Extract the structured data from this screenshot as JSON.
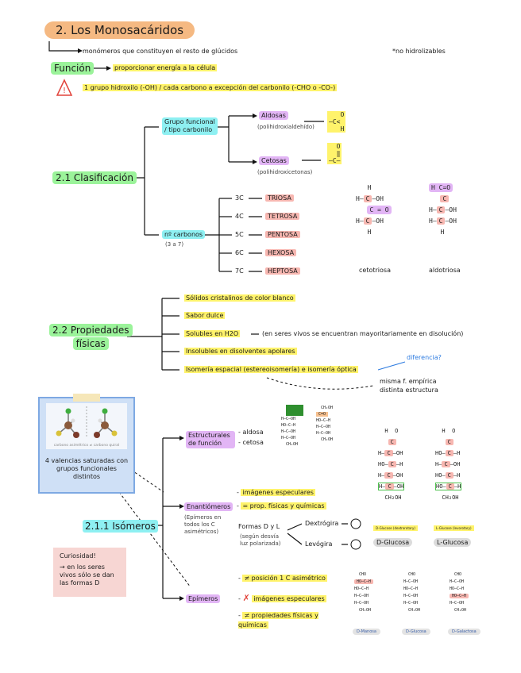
{
  "title": "2. Los Monosacáridos",
  "intro": {
    "line1": "monómeros que constituyen el resto de glúcidos",
    "note_right": "*no hidrolizables",
    "funcion_label": "Función",
    "funcion_text": "proporcionar energía a la célula",
    "warning_text": "1 grupo hidroxilo (-OH) / cada carbono a excepción del carbonilo (-CHO o -CO-)"
  },
  "clasificacion": {
    "label": "2.1 Clasificación",
    "grupo_funcional": "Grupo funcional / tipo carbonilo",
    "aldosas": "Aldosas",
    "aldosas_sub": "(polihidroxialdehído)",
    "cetosas": "Cetosas",
    "cetosas_sub": "(polihidroxicetonas)",
    "n_carbonos": "nº carbonos",
    "n_range": "(3 a 7)",
    "carbon_rows": [
      {
        "c": "3C",
        "name": "TRIOSA"
      },
      {
        "c": "4C",
        "name": "TETROSA"
      },
      {
        "c": "5C",
        "name": "PENTOSA"
      },
      {
        "c": "6C",
        "name": "HEXOSA"
      },
      {
        "c": "7C",
        "name": "HEPTOSA"
      }
    ],
    "cetotriosa": "cetotriosa",
    "aldotriosa": "aldotriosa"
  },
  "propiedades": {
    "label_line1": "2.2 Propiedades",
    "label_line2": "físicas",
    "items": [
      "Sólidos cristalinos de color blanco",
      "Sabor dulce",
      "Solubles en H2O",
      "Insolubles en disolventes apolares",
      "Isomería espacial (estereoisomería) e isomería óptica"
    ],
    "soluble_note": "(en seres vivos se encuentran mayoritariamente en disolución)",
    "diferencia": "diferencia?",
    "misma": "misma f. empírica",
    "distinta": "distinta estructura"
  },
  "card": {
    "caption": "carbono asimétrico ≠ carbono quiral",
    "text": "4 valencias saturadas con grupos funcionales distintos"
  },
  "isomeros": {
    "label": "2.1.1 Isómeros",
    "estructurales": "Estructurales de función",
    "est_aldosa": "aldosa",
    "est_cetosa": "cetosa",
    "enantiomeros": "Enantiómeros",
    "enant_note": "(Epímeros en todos los C asimétricos)",
    "enant_items": [
      "imágenes especulares",
      "= prop. físicas y químicas"
    ],
    "formas": "Formas D y L",
    "formas_sub": "(según desvía luz polarizada)",
    "dextrogira": "Dextrógira",
    "levogira": "Levógira",
    "d_glucosa": "D-Glucosa",
    "l_glucosa": "L-Glucosa",
    "d_label": "D-Glucose (dextrorotary)",
    "l_label": "L-Glucose (levorotary)",
    "epimeros": "Epímeros",
    "epi_items": [
      "≠ posición 1 C asimétrico",
      "imágenes especulares",
      "≠ propiedades físicas y químicas"
    ],
    "epi_names": [
      "D-Manosa",
      "D-Glucosa",
      "D-Galactosa"
    ]
  },
  "curiosidad": {
    "title": "Curiosidad!",
    "text": "→ en los seres vivos sólo se dan las formas D"
  },
  "colors": {
    "yellow": "#fff36b",
    "green": "#9bf39a",
    "cyan": "#8ef0f2",
    "purple": "#e2b5f5",
    "salmon": "#f7b7b1",
    "orange": "#f5b982"
  }
}
